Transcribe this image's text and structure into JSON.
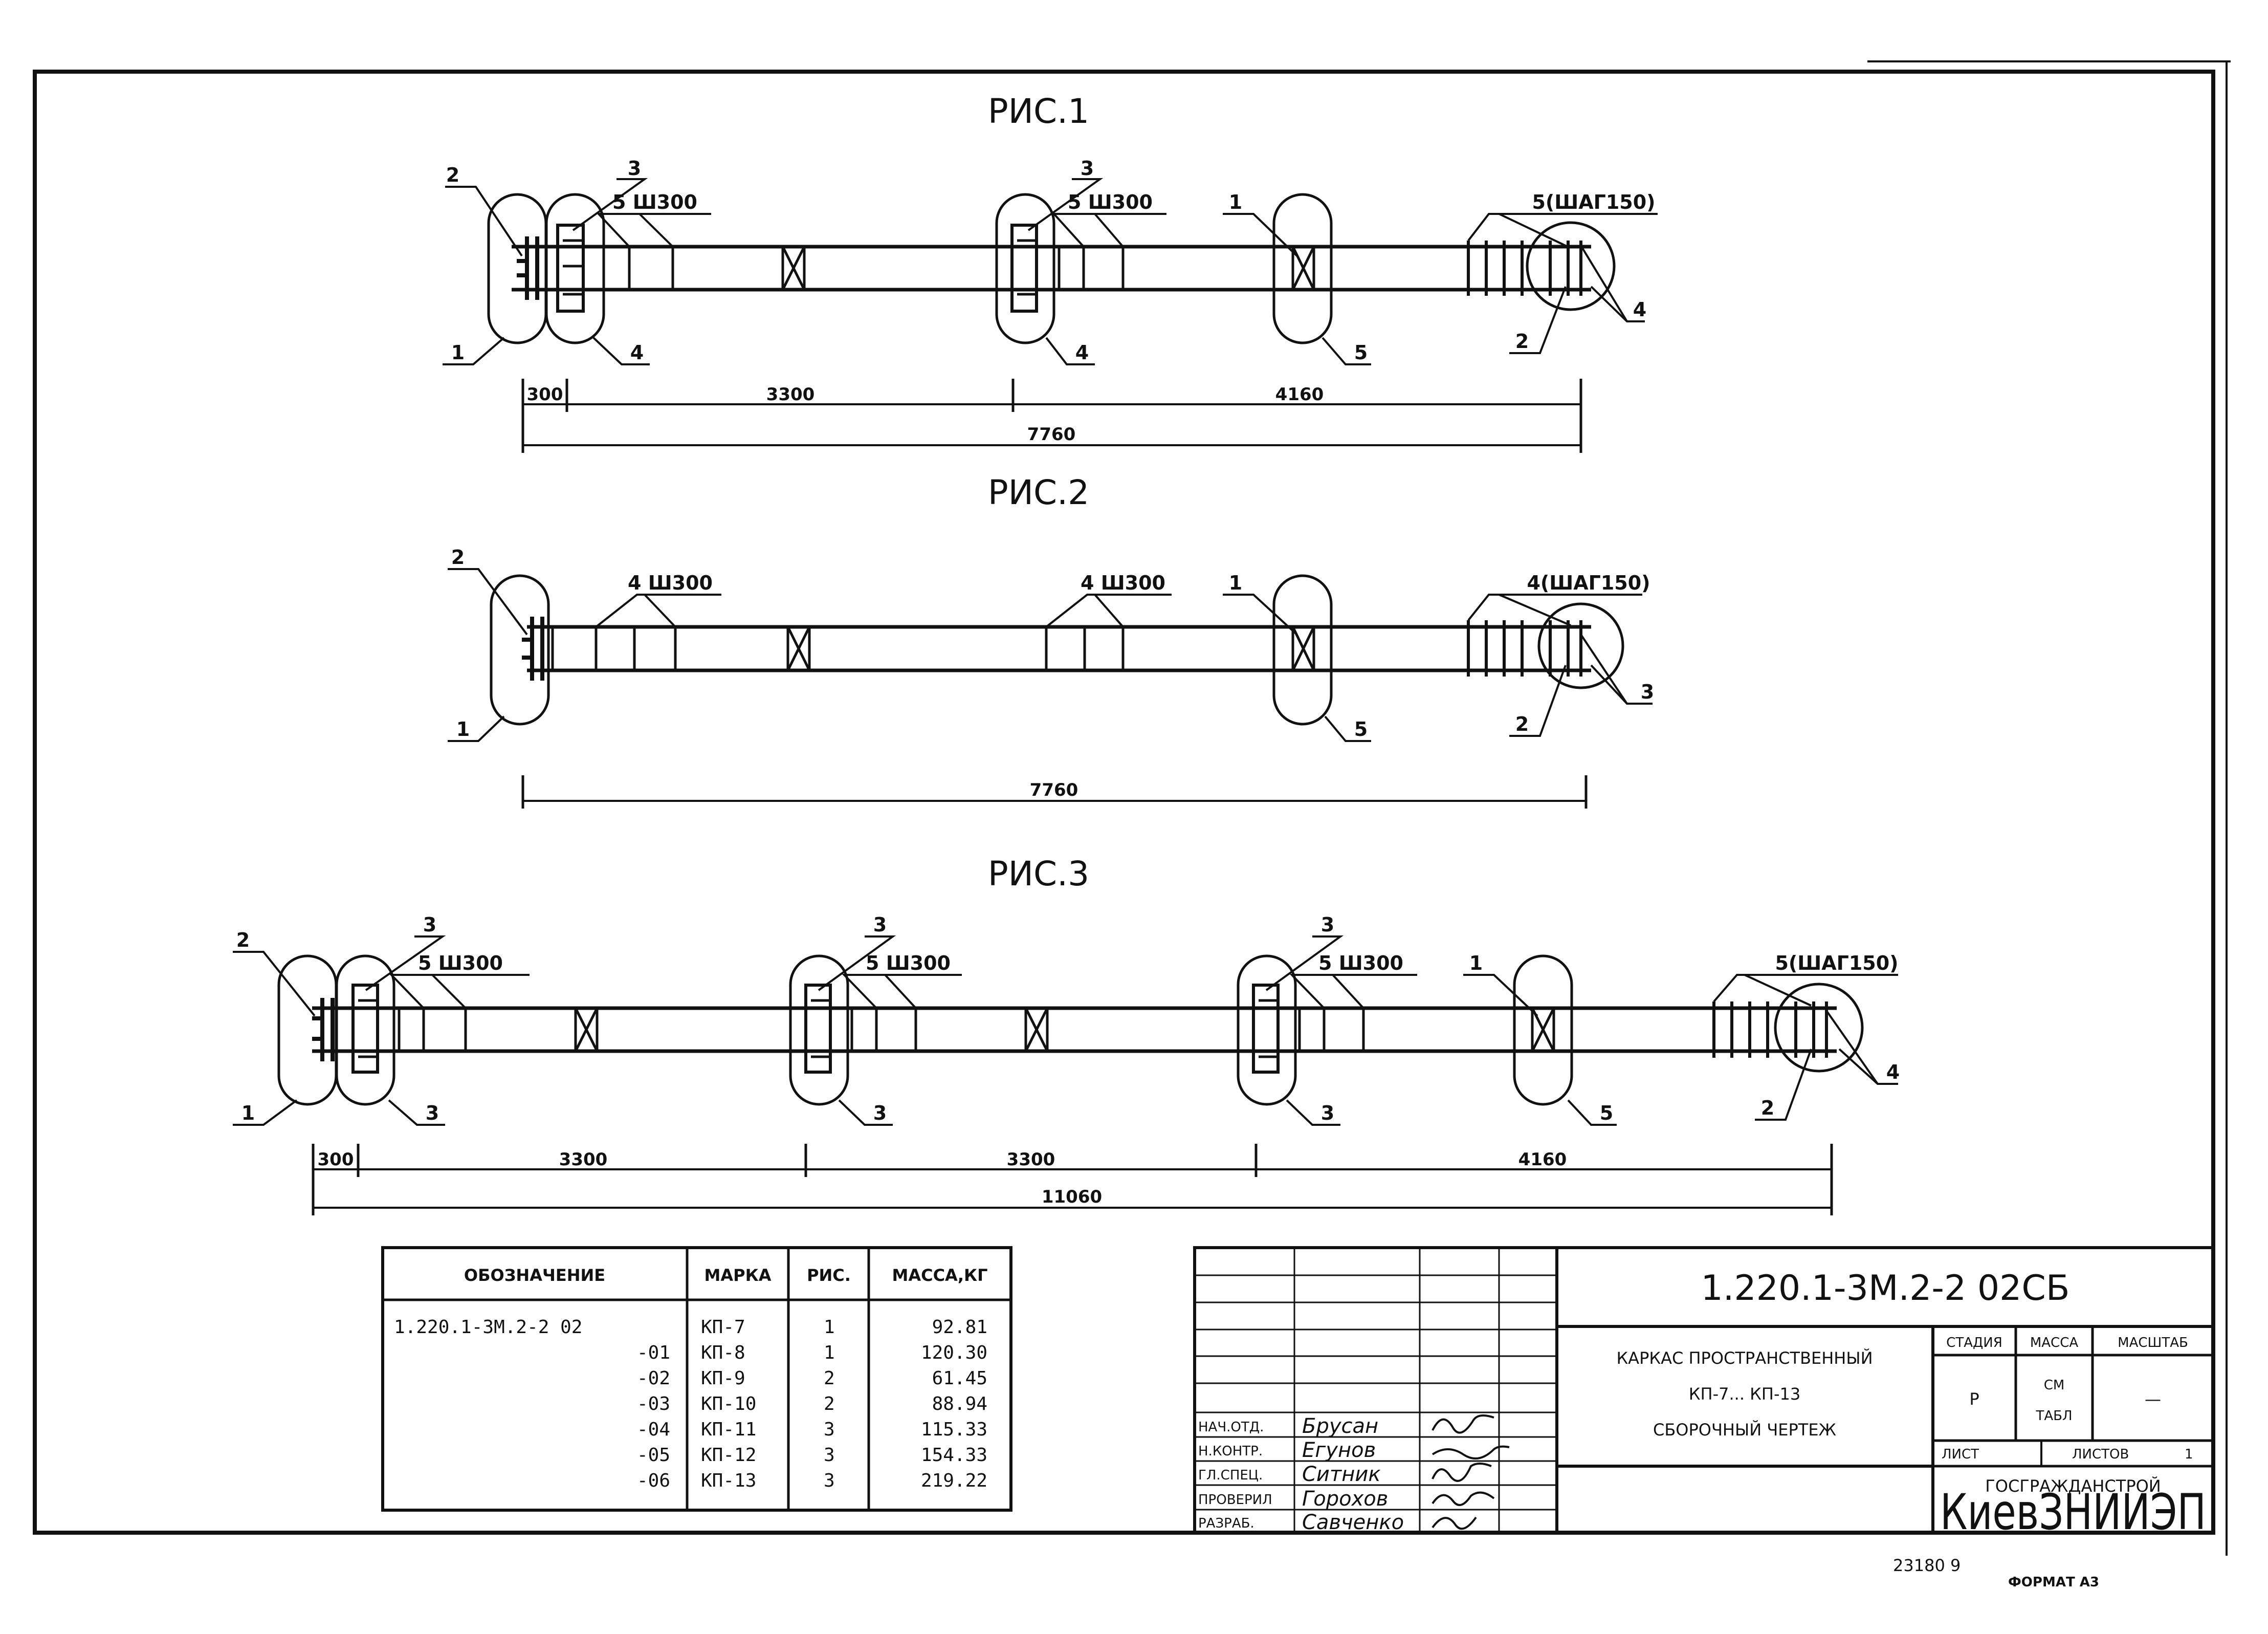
{
  "figures": [
    {
      "title": "РИС.1",
      "labels": [
        "2",
        "3",
        "5 Ш300",
        "1",
        "4",
        "3",
        "5 Ш300",
        "4",
        "1",
        "5",
        "5(ШАГ150)",
        "4",
        "2"
      ],
      "dims": [
        "300",
        "3300",
        "4160",
        "7760"
      ]
    },
    {
      "title": "РИС.2",
      "labels": [
        "2",
        "4 Ш300",
        "1",
        "4 Ш300",
        "1",
        "5",
        "4(ШАГ150)",
        "3",
        "2"
      ],
      "dims": [
        "7760"
      ]
    },
    {
      "title": "РИС.3",
      "labels": [
        "2",
        "3",
        "5 Ш300",
        "1",
        "3",
        "3",
        "5 Ш300",
        "3",
        "3",
        "5 Ш300",
        "3",
        "1",
        "5",
        "5(ШАГ150)",
        "4",
        "2"
      ],
      "dims": [
        "300",
        "3300",
        "3300",
        "4160",
        "11060"
      ]
    }
  ],
  "spec_table": {
    "headers": [
      "ОБОЗНАЧЕНИЕ",
      "МАРКА",
      "РИС.",
      "МАССА,КГ"
    ],
    "rows": [
      [
        "1.220.1-3М.2-2 02",
        "КП-7",
        "1",
        "92.81"
      ],
      [
        "-01",
        "КП-8",
        "1",
        "120.30"
      ],
      [
        "-02",
        "КП-9",
        "2",
        "61.45"
      ],
      [
        "-03",
        "КП-10",
        "2",
        "88.94"
      ],
      [
        "-04",
        "КП-11",
        "3",
        "115.33"
      ],
      [
        "-05",
        "КП-12",
        "3",
        "154.33"
      ],
      [
        "-06",
        "КП-13",
        "3",
        "219.22"
      ]
    ]
  },
  "title_block": {
    "code": "1.220.1-3М.2-2 02СБ",
    "name_lines": [
      "КАРКАС ПРОСТРАНСТВЕННЫЙ",
      "КП-7...  КП-13",
      "СБОРОЧНЫЙ ЧЕРТЕЖ"
    ],
    "stage_label": "СТАДИЯ",
    "mass_label": "МАССА",
    "scale_label": "МАСШТАБ",
    "stage_value": "Р",
    "mass_value_1": "СМ",
    "mass_value_2": "ТАБЛ",
    "scale_value": "—",
    "sheet_label": "ЛИСТ",
    "sheets_label": "ЛИСТОВ",
    "sheets_value": "1",
    "org_1": "ГОСГРАЖДАНСТРОЙ",
    "org_2": "КиевЗНИИЭП",
    "people": [
      {
        "role": "НАЧ.ОТД.",
        "name": "Брусан"
      },
      {
        "role": "Н.КОНТР.",
        "name": "Егунов"
      },
      {
        "role": "ГЛ.СПЕЦ.",
        "name": "Ситник"
      },
      {
        "role": "ПРОВЕРИЛ",
        "name": "Горохов"
      },
      {
        "role": "РАЗРАБ.",
        "name": "Савченко"
      }
    ]
  },
  "footer": {
    "number": "23180  9",
    "format": "ФОРМАТ А3"
  }
}
